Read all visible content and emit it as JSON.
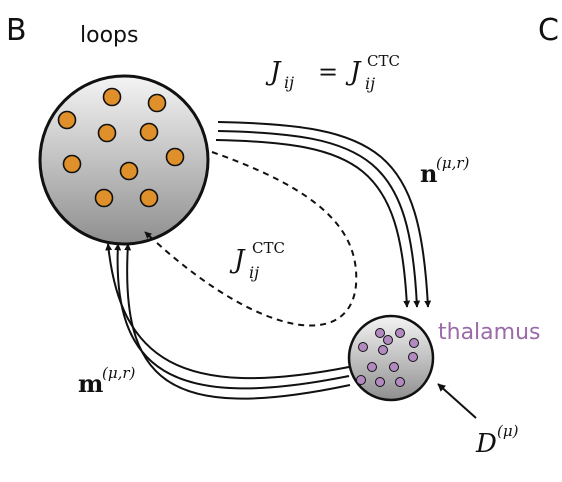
{
  "panel_labels": {
    "left": "B",
    "right": "C"
  },
  "loops": {
    "label": "loops",
    "dot_color": "#e0902a",
    "dot_count": 10
  },
  "thalamus": {
    "label": "thalamus",
    "label_color": "#9b6aa9",
    "dot_color": "#b28ac0",
    "dot_count": 12
  },
  "equations": {
    "top": {
      "lhs": "J",
      "lhs_sub": "ij",
      "eq": "=",
      "rhs": "J",
      "rhs_sup": "CTC",
      "rhs_sub": "ij"
    },
    "middle": {
      "sym": "J",
      "sup": "CTC",
      "sub": "ij"
    },
    "n_label": {
      "base": "n",
      "sup": "(μ,r)"
    },
    "m_label": {
      "base": "m",
      "sup": "(μ,r)"
    },
    "d_label": {
      "base": "D",
      "sup": "(μ)"
    }
  },
  "colors": {
    "stroke": "#111111",
    "sphere_light": "#f4f4f4",
    "sphere_dark": "#8f8f8f"
  }
}
